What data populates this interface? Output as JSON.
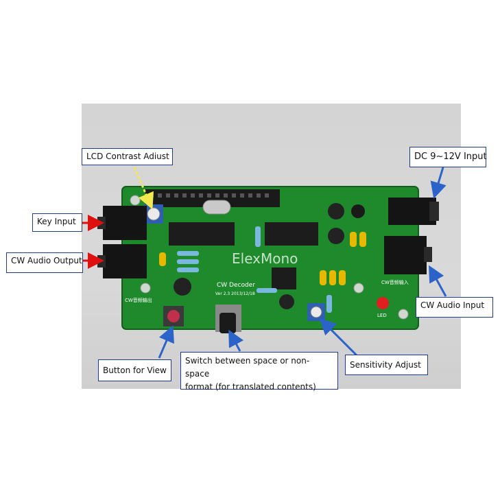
{
  "labels": {
    "lcd_contrast": "LCD Contrast Adiust",
    "dc_input": "DC 9~12V Input",
    "key_input": "Key Input",
    "cw_audio_output": "CW Audio Output",
    "cw_audio_input": "CW Audio Input",
    "button_for_view": "Button for View",
    "switch_format_line1": "Switch between space or non-space",
    "switch_format_line2": "format (for translated contents)",
    "sensitivity_adjust": "Sensitivity Adjust"
  },
  "board": {
    "watermark": "ElexMono",
    "title": "CW Decoder",
    "version": "Ver 2.3  2013/12/18",
    "cw_out_silk": "CW音频输出",
    "cw_in_silk": "CW音频输入",
    "led_silk": "LED"
  },
  "colors": {
    "pcb": "#1e8a2c",
    "arrow_red": "#e01010",
    "arrow_blue": "#2b63c9",
    "arrow_yellow": "#f2e94e",
    "callout_border": "#1e3a8a"
  }
}
